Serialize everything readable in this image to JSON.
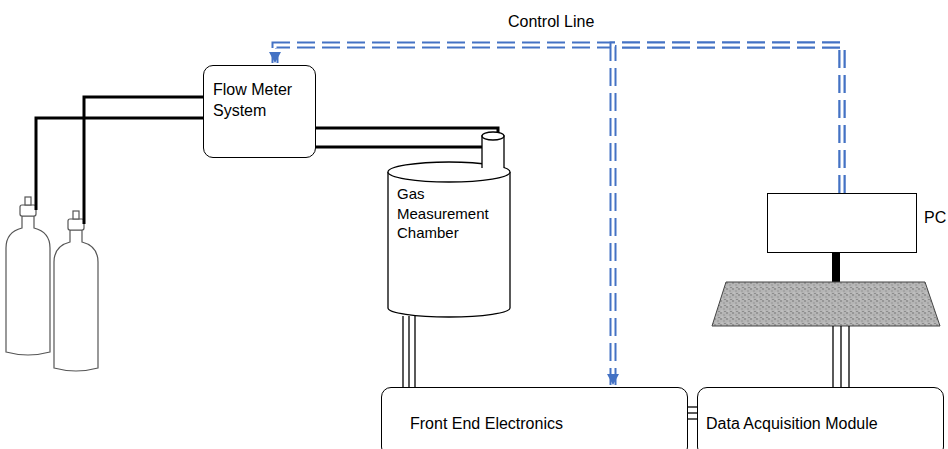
{
  "diagram": {
    "nodes": [
      {
        "text": [
          "Flow Meter System"
        ]
      },
      {
        "text": [
          "Gas Measurement Chamber"
        ]
      },
      {
        "text": [
          "Front End Electronics"
        ]
      },
      {
        "text": [
          "Data Acquisition Module"
        ]
      },
      {
        "text": [
          "PC"
        ]
      }
    ],
    "edges": [
      {
        "from": 0,
        "to": 1,
        "arrow": "none"
      },
      {
        "from": 1,
        "to": 2,
        "arrow": "none"
      },
      {
        "from": 2,
        "to": 3,
        "arrow": "none"
      },
      {
        "from": 3,
        "to": 4,
        "arrow": "none"
      },
      {
        "from": 4,
        "to": 0,
        "arrow": "to"
      },
      {
        "from": 4,
        "to": 2,
        "arrow": "to"
      }
    ],
    "labels": [
      "Control Line"
    ]
  }
}
